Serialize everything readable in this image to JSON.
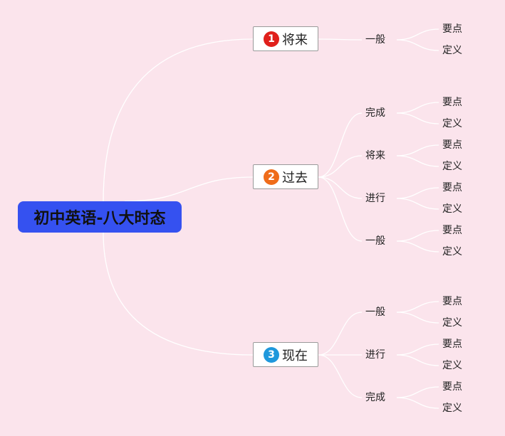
{
  "root": {
    "title": "初中英语-八大时态"
  },
  "branches": [
    {
      "num": "1",
      "label": "将来",
      "color": "#e0201b",
      "children": [
        {
          "label": "一般",
          "leaves": [
            "要点",
            "定义"
          ]
        }
      ]
    },
    {
      "num": "2",
      "label": "过去",
      "color": "#ef6c1a",
      "children": [
        {
          "label": "完成",
          "leaves": [
            "要点",
            "定义"
          ]
        },
        {
          "label": "将来",
          "leaves": [
            "要点",
            "定义"
          ]
        },
        {
          "label": "进行",
          "leaves": [
            "要点",
            "定义"
          ]
        },
        {
          "label": "一般",
          "leaves": [
            "要点",
            "定义"
          ]
        }
      ]
    },
    {
      "num": "3",
      "label": "现在",
      "color": "#1f98dc",
      "children": [
        {
          "label": "一般",
          "leaves": [
            "要点",
            "定义"
          ]
        },
        {
          "label": "进行",
          "leaves": [
            "要点",
            "定义"
          ]
        },
        {
          "label": "完成",
          "leaves": [
            "要点",
            "定义"
          ]
        }
      ]
    }
  ]
}
